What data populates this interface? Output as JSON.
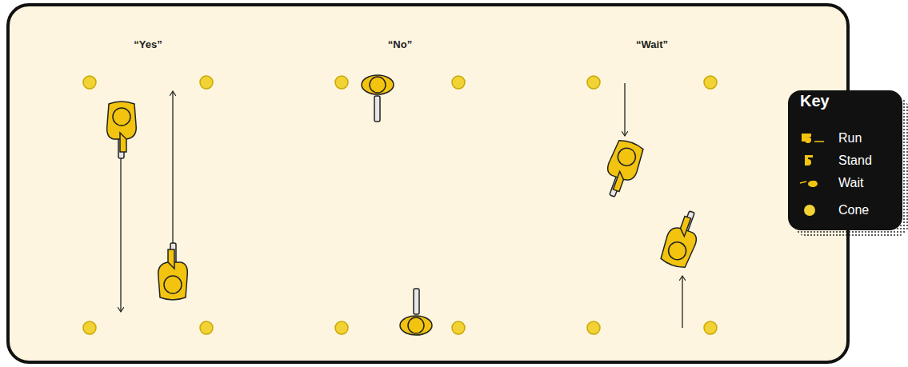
{
  "diagram": {
    "labels": [
      "“Yes”",
      "“No”",
      "“Wait”",
      "Key"
    ],
    "legend": [
      {
        "text": "Run"
      },
      {
        "text": "Stand"
      },
      {
        "text": "Wait"
      },
      {
        "text": "Cone",
        "color": "#f2d235"
      }
    ]
  }
}
